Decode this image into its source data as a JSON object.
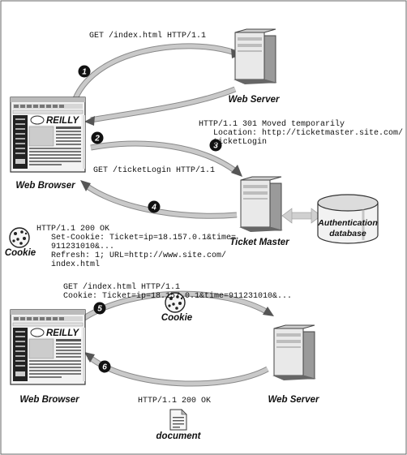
{
  "flow1": {
    "req_get_index": "GET /index.html HTTP/1.1",
    "resp_301_line1": "HTTP/1.1 301 Moved temporarily",
    "resp_301_line2": "Location: http://ticketmaster.site.com/",
    "resp_301_line3": "ticketLogin",
    "req_ticket_login": "GET /ticketLogin HTTP/1.1",
    "resp_200_line1": "HTTP/1.1 200 OK",
    "resp_200_line2": "Set-Cookie: Ticket=ip=18.157.0.1&time=",
    "resp_200_line3": "911231010&...",
    "resp_200_line4": "Refresh: 1; URL=http://www.site.com/",
    "resp_200_line5": "index.html"
  },
  "flow2": {
    "req_line1": "GET /index.html HTTP/1.1",
    "req_line2": "Cookie: Ticket=ip=18.157.0.1&time=911231010&...",
    "resp_line1": "HTTP/1.1 200 OK"
  },
  "labels": {
    "web_server_top": "Web Server",
    "web_browser_top": "Web Browser",
    "ticket_master": "Ticket Master",
    "auth_db_line1": "Authentication",
    "auth_db_line2": "database",
    "cookie_left": "Cookie",
    "web_browser_bottom": "Web Browser",
    "web_server_bottom": "Web Server",
    "cookie_middle": "Cookie",
    "document": "document",
    "browser_logo": "REILLY"
  },
  "steps": [
    "1",
    "2",
    "3",
    "4",
    "5",
    "6"
  ],
  "icons": {
    "server": "server-tower-icon",
    "browser": "browser-window-icon",
    "cookie": "cookie-icon",
    "database": "database-cylinder-icon",
    "document": "document-icon"
  }
}
